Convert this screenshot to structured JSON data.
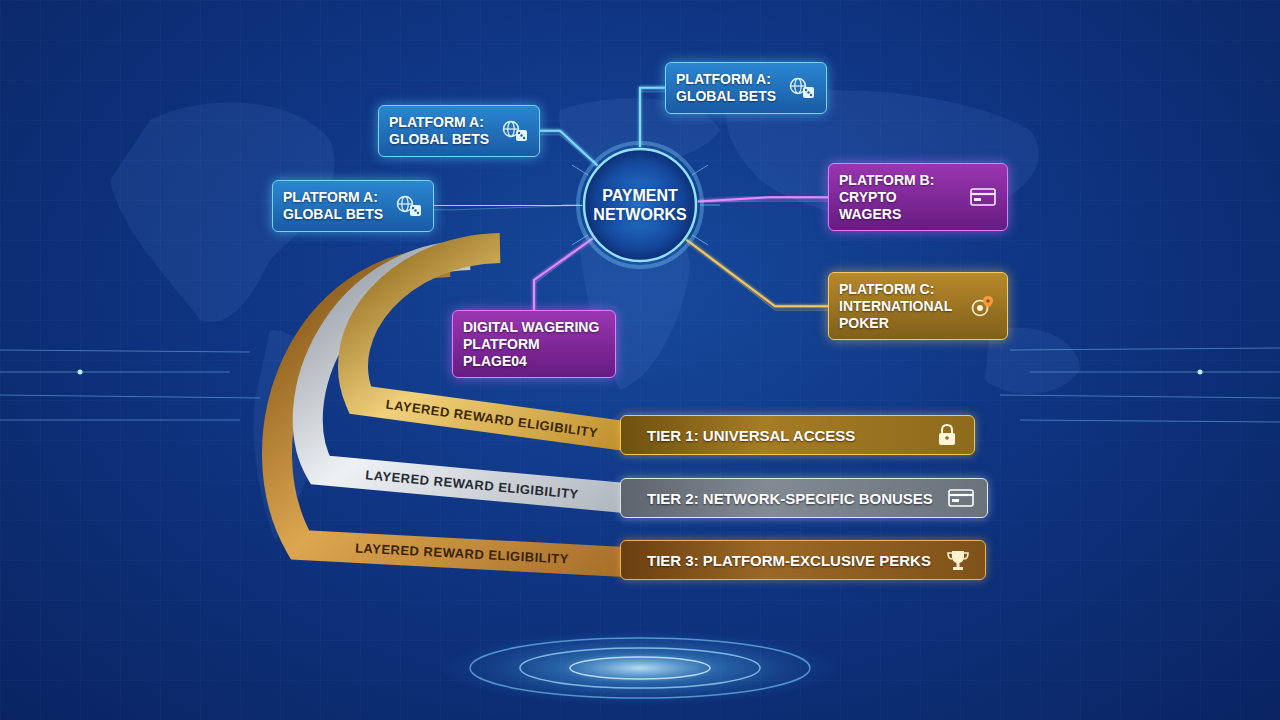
{
  "diagram": {
    "nodes": [
      {
        "text": [
          "PLATFORM A: GLOBAL BETS"
        ]
      },
      {
        "text": [
          "PLATFORM A: GLOBAL BETS"
        ]
      },
      {
        "text": [
          "PAYMENT NETWORKS"
        ]
      },
      {
        "text": [
          "PLATFORM A: GLOBAL BETS"
        ]
      },
      {
        "text": [
          "PLATFORM B: CRYPTO WAGERS"
        ]
      },
      {
        "text": [
          "PLATFORM C: INTERNATIONAL POKER"
        ]
      },
      {
        "text": [
          "DIGITAL WAGERING PLATFORM PLAGE04"
        ]
      },
      {
        "text": [
          "TIER 1: UNIVERSAL ACCESS"
        ]
      },
      {
        "text": [
          "TIER 2: NETWORK-SPECIFIC BONUSES"
        ]
      },
      {
        "text": [
          "TIER 3: PLATFORM-EXCLUSIVE PERKS"
        ]
      }
    ],
    "edges": [
      {
        "from": 2,
        "to": 0,
        "arrow": "none"
      },
      {
        "from": 2,
        "to": 1,
        "arrow": "none"
      },
      {
        "from": 2,
        "to": 3,
        "arrow": "none"
      },
      {
        "from": 2,
        "to": 4,
        "arrow": "none"
      },
      {
        "from": 2,
        "to": 5,
        "arrow": "none"
      },
      {
        "from": 2,
        "to": 6,
        "arrow": "none"
      }
    ],
    "labels": [
      "LAYERED REWARD ELIGIBILITY",
      "LAYERED REWARD ELIGIBILITY",
      "LAYERED REWARD ELIGIBILITY"
    ]
  }
}
